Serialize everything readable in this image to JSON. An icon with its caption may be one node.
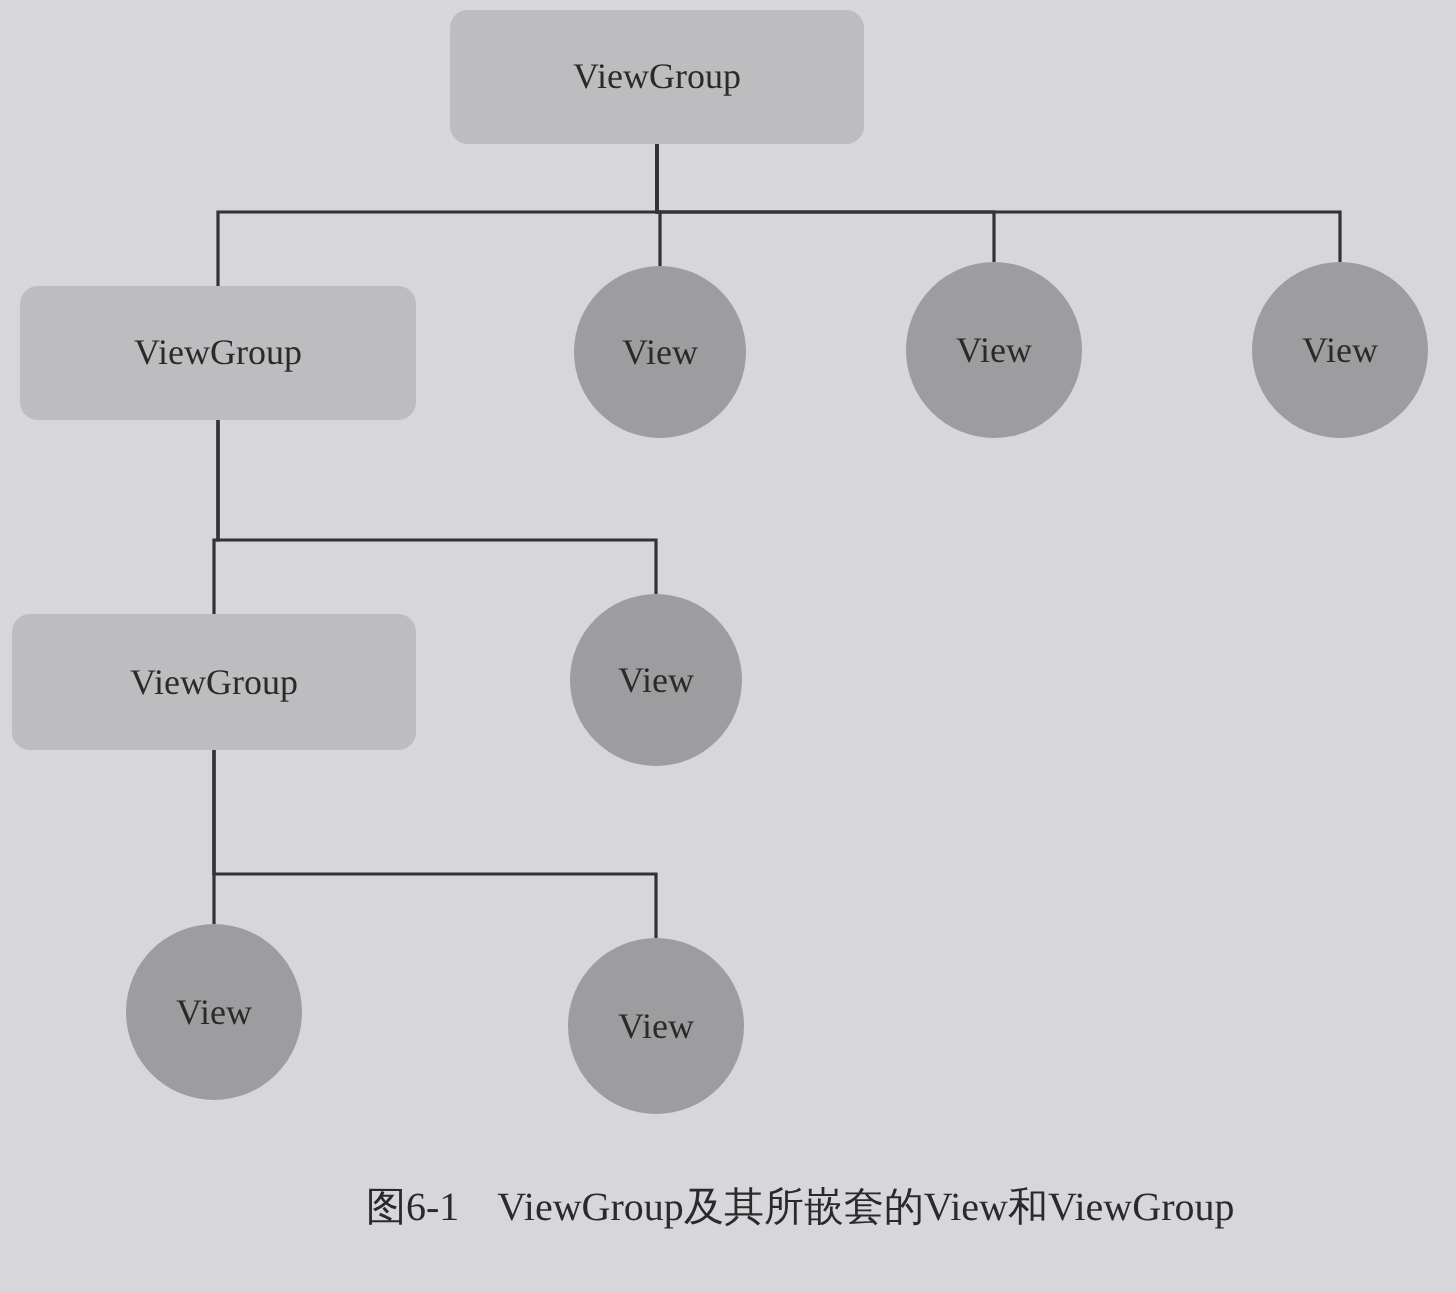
{
  "diagram": {
    "caption": "图6-1 ViewGroup及其所嵌套的View和ViewGroup",
    "nodes": [
      {
        "text": [
          "ViewGroup"
        ]
      },
      {
        "text": [
          "ViewGroup"
        ]
      },
      {
        "text": [
          "View"
        ]
      },
      {
        "text": [
          "View"
        ]
      },
      {
        "text": [
          "View"
        ]
      },
      {
        "text": [
          "ViewGroup"
        ]
      },
      {
        "text": [
          "View"
        ]
      },
      {
        "text": [
          "View"
        ]
      },
      {
        "text": [
          "View"
        ]
      }
    ],
    "edges": [
      {
        "from": 0,
        "to": 1,
        "arrow": "none"
      },
      {
        "from": 0,
        "to": 2,
        "arrow": "none"
      },
      {
        "from": 0,
        "to": 3,
        "arrow": "none"
      },
      {
        "from": 0,
        "to": 4,
        "arrow": "none"
      },
      {
        "from": 1,
        "to": 5,
        "arrow": "none"
      },
      {
        "from": 1,
        "to": 6,
        "arrow": "none"
      },
      {
        "from": 5,
        "to": 7,
        "arrow": "none"
      },
      {
        "from": 5,
        "to": 8,
        "arrow": "none"
      }
    ]
  }
}
